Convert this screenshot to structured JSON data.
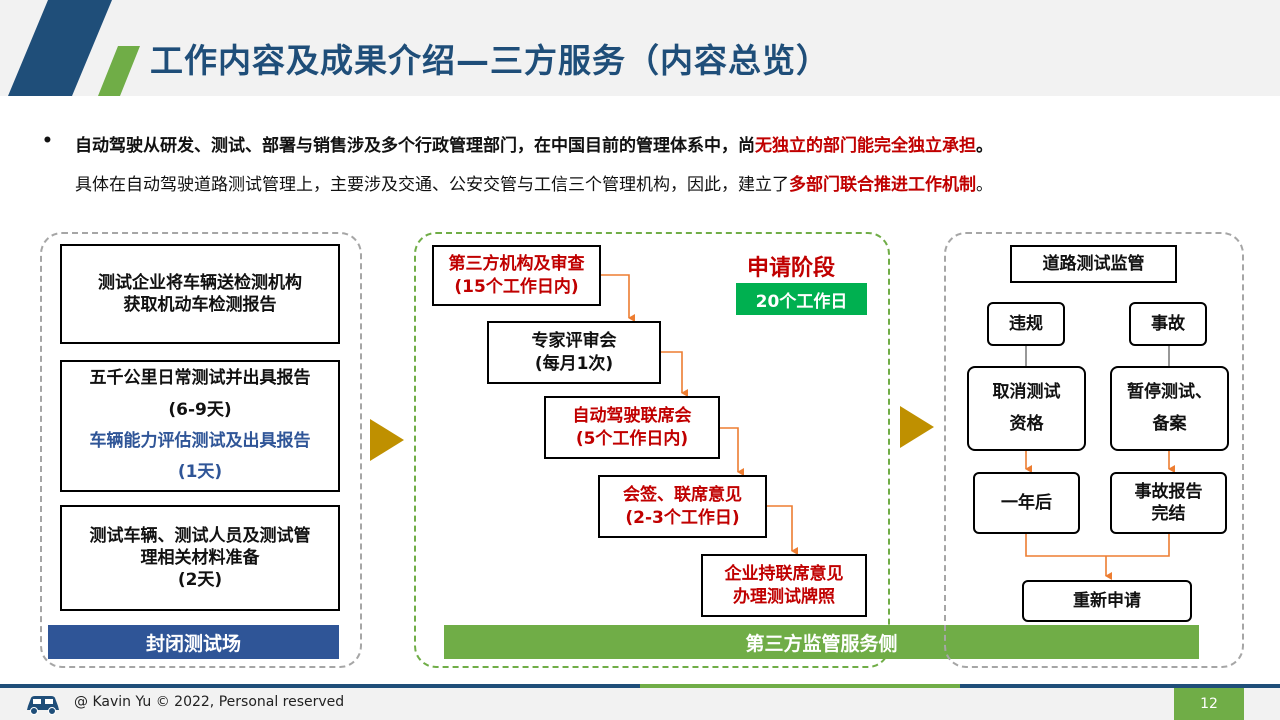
{
  "header": {
    "title": "工作内容及成果介绍—三方服务（内容总览）"
  },
  "intro": {
    "bullet": "•",
    "line1_part1": "自动驾驶从研发、测试、部署与销售涉及多个行政管理部门，在中国目前的管理体系中，尚",
    "line1_red": "无独立的部门能完全独立承担",
    "line1_end": "。",
    "line2_part1": "具体在自动驾驶道路测试管理上，主要涉及交通、公安交管与工信三个管理机构，因此，建立了",
    "line2_red": "多部门联合推进工作机制",
    "line2_end": "。"
  },
  "left_panel": {
    "box1_line1": "测试企业将车辆送检测机构",
    "box1_line2": "获取机动车检测报告",
    "box2_line1": "五千公里日常测试并出具报告",
    "box2_line2": "(6-9天)",
    "box2_line3": "车辆能力评估测试及出具报告",
    "box2_line4": "(1天)",
    "box3_line1": "测试车辆、测试人员及测试管",
    "box3_line2": "理相关材料准备",
    "box3_line3": "(2天)",
    "bar_label": "封闭测试场"
  },
  "middle_panel": {
    "stage_title": "申请阶段",
    "stage_badge": "20个工作日",
    "step1_line1": "第三方机构及审查",
    "step1_line2": "(15个工作日内)",
    "step2_line1": "专家评审会",
    "step2_line2": "(每月1次)",
    "step3_line1": "自动驾驶联席会",
    "step3_line2": "(5个工作日内)",
    "step4_line1": "会签、联席意见",
    "step4_line2": "(2-3个工作日)",
    "step5_line1": "企业持联席意见",
    "step5_line2": "办理测试牌照",
    "bar_label": "第三方监管服务侧"
  },
  "right_panel": {
    "title": "道路测试监管",
    "violation": "违规",
    "accident": "事故",
    "cancel_line1": "取消测试",
    "cancel_line2": "资格",
    "pause_line1": "暂停测试、",
    "pause_line2": "备案",
    "one_year": "一年后",
    "report_line1": "事故报告",
    "report_line2": "完结",
    "reapply": "重新申请"
  },
  "footer": {
    "credit": "@ Kavin Yu © 2022,  Personal reserved",
    "page_number": "12"
  },
  "colors": {
    "title_blue": "#1f4e79",
    "accent_green": "#70ad47",
    "badge_green": "#00b050",
    "bar_blue": "#2f5597",
    "red": "#c00000",
    "arrow_gold": "#bf9000",
    "connector_orange": "#ed7d31"
  }
}
